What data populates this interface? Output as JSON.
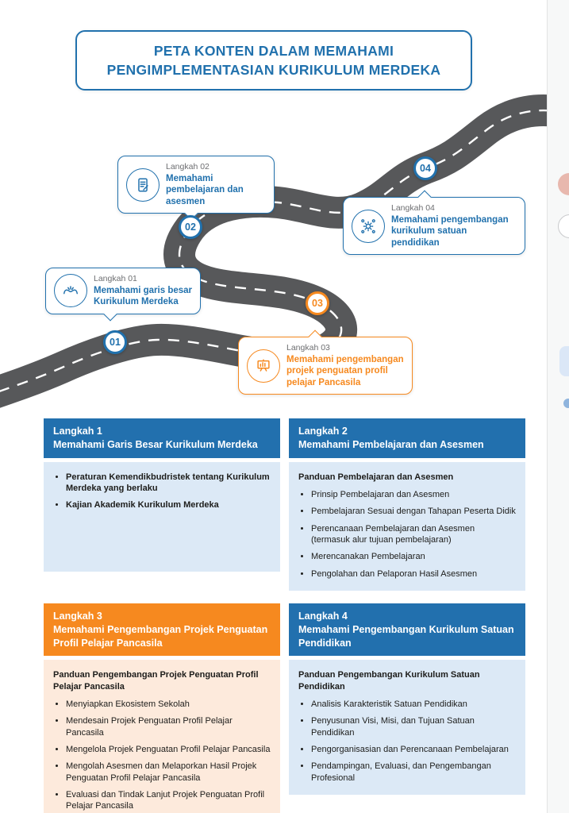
{
  "colors": {
    "primary_blue": "#2171ad",
    "header_blue": "#2270ae",
    "orange": "#f6891f",
    "body_blue": "#dce9f6",
    "body_orange": "#fdeadc",
    "road_gray": "#57585a",
    "road_dash": "#ffffff",
    "label_gray": "#6d6e71"
  },
  "banner": {
    "line1": "PETA KONTEN DALAM MEMAHAMI",
    "line2": "PENGIMPLEMENTASIAN KURIKULUM MERDEKA"
  },
  "roadmap": {
    "milestones": [
      {
        "number": "01",
        "label": "Langkah 01",
        "title": "Memahami garis besar Kurikulum Merdeka",
        "icon": "hands-icon"
      },
      {
        "number": "02",
        "label": "Langkah 02",
        "title": "Memahami pembelajaran dan asesmen",
        "icon": "document-pencil-icon"
      },
      {
        "number": "03",
        "label": "Langkah 03",
        "title": "Memahami pengembangan projek penguatan profil pelajar Pancasila",
        "icon": "presentation-board-icon"
      },
      {
        "number": "04",
        "label": "Langkah 04",
        "title": "Memahami pengembangan kurikulum satuan pendidikan",
        "icon": "gear-network-icon"
      }
    ]
  },
  "cards": [
    {
      "label": "Langkah 1",
      "title": "Memahami Garis Besar Kurikulum Merdeka",
      "lead": "",
      "bullets": [
        "Peraturan Kemendikbudristek tentang Kurikulum Merdeka yang berlaku",
        "Kajian Akademik Kurikulum Merdeka"
      ]
    },
    {
      "label": "Langkah 2",
      "title": "Memahami Pembelajaran dan Asesmen",
      "lead": "Panduan Pembelajaran dan Asesmen",
      "bullets": [
        "Prinsip Pembelajaran dan Asesmen",
        "Pembelajaran Sesuai dengan Tahapan Peserta Didik",
        "Perencanaan Pembelajaran dan Asesmen (termasuk alur tujuan pembelajaran)",
        "Merencanakan Pembelajaran",
        "Pengolahan dan Pelaporan Hasil Asesmen"
      ]
    },
    {
      "label": "Langkah 3",
      "title": "Memahami Pengembangan Projek Penguatan Profil Pelajar Pancasila",
      "lead": "Panduan Pengembangan Projek Penguatan Profil Pelajar Pancasila",
      "bullets": [
        "Menyiapkan Ekosistem Sekolah",
        "Mendesain Projek Penguatan Profil Pelajar Pancasila",
        "Mengelola Projek Penguatan Profil Pelajar Pancasila",
        "Mengolah Asesmen dan Melaporkan Hasil Projek Penguatan Profil Pelajar Pancasila",
        "Evaluasi dan Tindak Lanjut Projek Penguatan Profil Pelajar Pancasila"
      ]
    },
    {
      "label": "Langkah 4",
      "title": "Memahami Pengembangan Kurikulum Satuan Pendidikan",
      "lead": "Panduan Pengembangan Kurikulum Satuan Pendidikan",
      "bullets": [
        "Analisis Karakteristik Satuan Pendidikan",
        "Penyusunan Visi, Misi, dan Tujuan Satuan Pendidikan",
        "Pengorganisasian dan Perencanaan Pembelajaran",
        "Pendampingan, Evaluasi, dan Pengembangan Profesional"
      ]
    }
  ]
}
